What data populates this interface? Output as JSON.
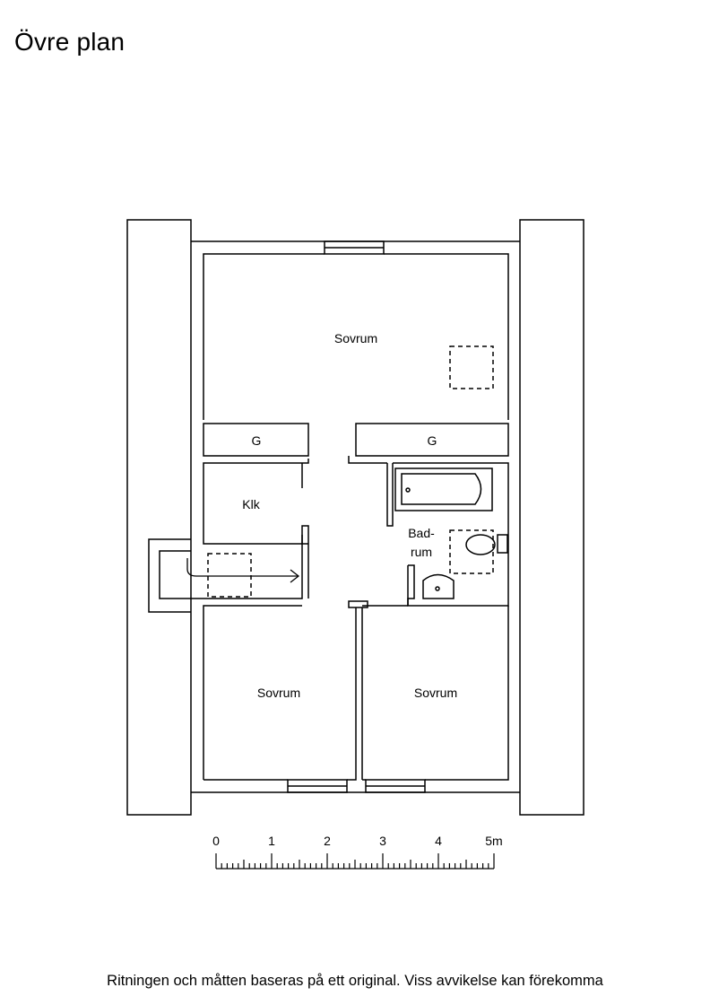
{
  "page": {
    "title": "Övre plan",
    "disclaimer": "Ritningen och måtten baseras på ett original. Viss avvikelse kan förekomma"
  },
  "rooms": {
    "sovrum_top": "Sovrum",
    "closet_left": "G",
    "closet_right": "G",
    "klk": "Klk",
    "badrum_line1": "Bad-",
    "badrum_line2": "rum",
    "sovrum_bottom_left": "Sovrum",
    "sovrum_bottom_right": "Sovrum"
  },
  "scale": {
    "labels": [
      "0",
      "1",
      "2",
      "3",
      "4",
      "5m"
    ]
  }
}
